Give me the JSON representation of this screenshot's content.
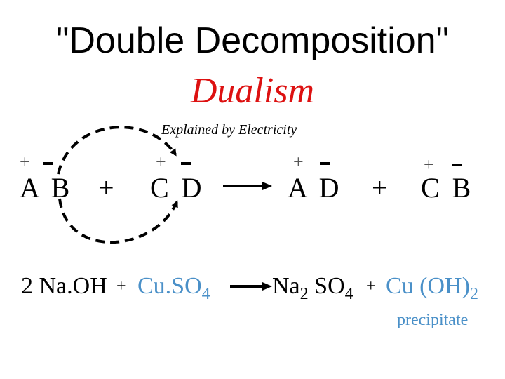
{
  "title": "\"Double Decomposition\"",
  "subtitle": "Dualism",
  "caption": "Explained by Electricity",
  "colors": {
    "subtitle": "#dd1111",
    "blue": "#4a90c8",
    "charge": "#555555"
  },
  "schematic": {
    "pairs": [
      {
        "letters": "A B",
        "pos_sign": "+"
      },
      {
        "letters": "C D",
        "pos_sign": "+"
      },
      {
        "letters": "A D",
        "pos_sign": "+"
      },
      {
        "letters": "C B",
        "pos_sign": "+"
      }
    ],
    "plus1": "+",
    "plus2": "+"
  },
  "equation": {
    "reactant1": "2 Na.OH",
    "plus1": "+",
    "reactant2_base": "Cu.SO",
    "reactant2_sub": "4",
    "product1_a": "Na",
    "product1_a_sub": "2",
    "product1_b": " SO",
    "product1_b_sub": "4",
    "plus2": "+",
    "product2_base": "Cu (OH)",
    "product2_sub": "2",
    "note": "precipitate"
  }
}
